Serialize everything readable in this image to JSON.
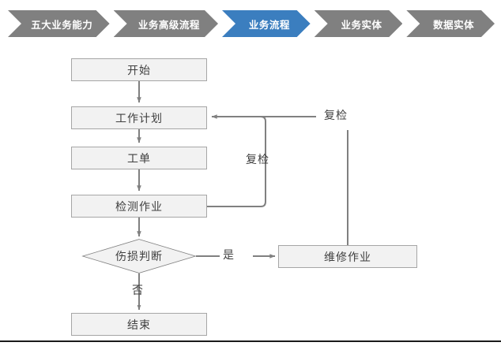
{
  "breadcrumb": {
    "items": [
      {
        "label": "五大业务能力",
        "active": false
      },
      {
        "label": "业务高级流程",
        "active": false
      },
      {
        "label": "业务流程",
        "active": true
      },
      {
        "label": "业务实体",
        "active": false
      },
      {
        "label": "数据实体",
        "active": false
      }
    ],
    "active_color": "#3b7ebf",
    "inactive_color": "#808080",
    "text_color": "#ffffff"
  },
  "flowchart": {
    "node_fill": "#f2f2f2",
    "node_border": "#a6a6a6",
    "connector_color": "#808080",
    "text_color": "#404040",
    "nodes": {
      "start": "开始",
      "work_plan": "工作计划",
      "work_order": "工单",
      "inspection": "检测作业",
      "decision": "伤损判断",
      "repair": "维修作业",
      "end": "结束"
    },
    "edge_labels": {
      "recheck_inner": "复检",
      "recheck_outer": "复检",
      "yes": "是",
      "no": "否"
    }
  }
}
